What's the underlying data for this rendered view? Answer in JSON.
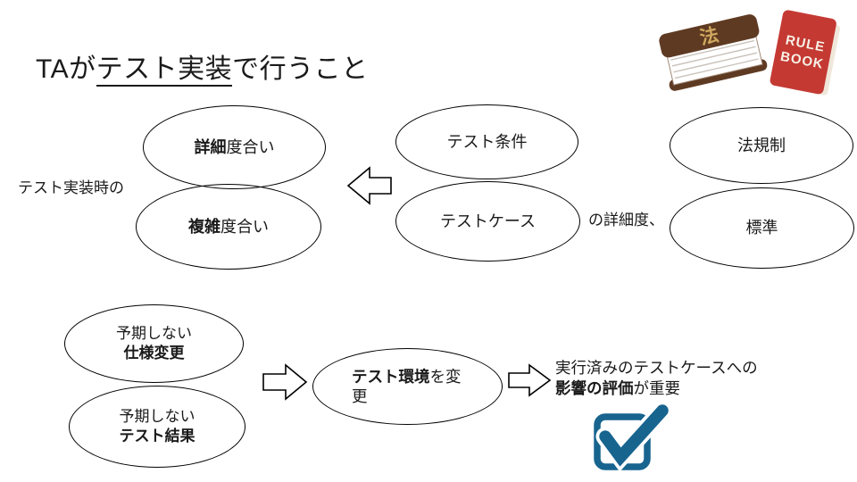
{
  "title": {
    "pre": "TAが",
    "underline": "テスト実装",
    "post": "で行うこと"
  },
  "row1": {
    "side_label": "テスト実装時の",
    "ellipse_detail": {
      "bold": "詳細",
      "rest": "度合い"
    },
    "ellipse_complex": {
      "bold": "複雑",
      "rest": "度合い"
    },
    "ellipse_conditions": {
      "text": "テスト条件"
    },
    "ellipse_cases": {
      "text": "テストケース"
    },
    "mid_label": "の詳細度、",
    "ellipse_regulation": {
      "text": "法規制"
    },
    "ellipse_standard": {
      "text": "標準"
    }
  },
  "row2": {
    "ellipse_spec": {
      "line1": "予期しない",
      "line2": "仕様変更"
    },
    "ellipse_result": {
      "line1": "予期しない",
      "line2": "テスト結果"
    },
    "ellipse_env": {
      "bold": "テスト環境",
      "rest": "を変更"
    },
    "impact": {
      "line1": "実行済みのテストケースへの",
      "bold": "影響の評価",
      "rest": "が重要"
    }
  },
  "icons": {
    "law_book_label": "法",
    "rule_book_line1": "RULE",
    "rule_book_line2": "BOOK"
  },
  "colors": {
    "check_blue": "#17648f",
    "law_book_brown": "#5f3a22",
    "law_book_gold": "#cfa75e",
    "rule_book_red": "#c43a33",
    "outline_black": "#000000"
  }
}
